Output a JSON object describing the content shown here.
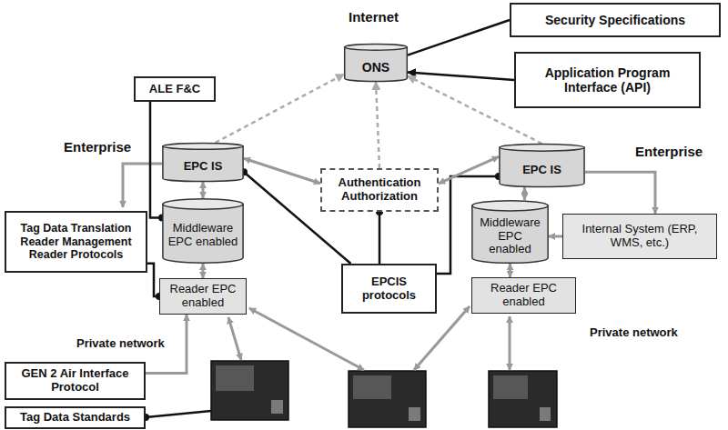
{
  "diagram": {
    "nodes": [
      {
        "text": [
          "Internet"
        ]
      },
      {
        "text": [
          "ONS"
        ],
        "in": 0
      },
      {
        "text": [
          "Security Specifications"
        ]
      },
      {
        "text": [
          "Application Program Interface (API)"
        ]
      },
      {
        "text": [
          "ALE F&C"
        ]
      },
      {
        "text": [
          "Enterprise",
          "Private network"
        ]
      },
      {
        "text": [
          "EPC IS"
        ],
        "in": 5
      },
      {
        "text": [
          "Middleware EPC enabled"
        ],
        "in": 5
      },
      {
        "text": [
          "Reader EPC enabled"
        ],
        "in": 5
      },
      {
        "text": [
          "Tag Data Translation Reader Management Reader Protocols"
        ]
      },
      {
        "text": [
          "Authentication Authorization"
        ]
      },
      {
        "text": [
          "EPCIS protocols"
        ]
      },
      {
        "text": [
          "Enterprise",
          "Private network"
        ]
      },
      {
        "text": [
          "EPC IS"
        ],
        "in": 12
      },
      {
        "text": [
          "Middleware EPC enabled"
        ],
        "in": 12
      },
      {
        "text": [
          "Internal System (ERP, WMS, etc.)"
        ],
        "in": 12
      },
      {
        "text": [
          "Reader EPC enabled"
        ],
        "in": 12
      },
      {
        "text": [
          "GEN 2 Air Interface Protocol"
        ]
      },
      {
        "text": [
          "Tag Data Standards"
        ]
      }
    ],
    "edges": [
      {
        "from": 2,
        "to": 1,
        "arrow": "none"
      },
      {
        "from": 3,
        "to": 1,
        "arrow": "to"
      },
      {
        "from": 6,
        "to": 1,
        "arrow": "to"
      },
      {
        "from": 10,
        "to": 1,
        "arrow": "to"
      },
      {
        "from": 13,
        "to": 1,
        "arrow": "to"
      },
      {
        "from": 4,
        "to": 7,
        "arrow": "none"
      },
      {
        "from": 9,
        "to": 8,
        "arrow": "none"
      },
      {
        "from": 11,
        "to": 6,
        "arrow": "none"
      },
      {
        "from": 11,
        "to": 13,
        "arrow": "none"
      },
      {
        "from": 11,
        "to": 10,
        "arrow": "none"
      },
      {
        "from": 6,
        "to": 10,
        "arrow": "both"
      },
      {
        "from": 10,
        "to": 13,
        "arrow": "both"
      },
      {
        "from": 6,
        "to": 7,
        "arrow": "both"
      },
      {
        "from": 7,
        "to": 8,
        "arrow": "both"
      },
      {
        "from": 13,
        "to": 14,
        "arrow": "both"
      },
      {
        "from": 14,
        "to": 16,
        "arrow": "both"
      },
      {
        "from": 15,
        "to": 14,
        "arrow": "to"
      },
      {
        "from": 13,
        "to": 15,
        "arrow": "to"
      },
      {
        "from": 17,
        "to": 8,
        "arrow": "to"
      }
    ]
  }
}
